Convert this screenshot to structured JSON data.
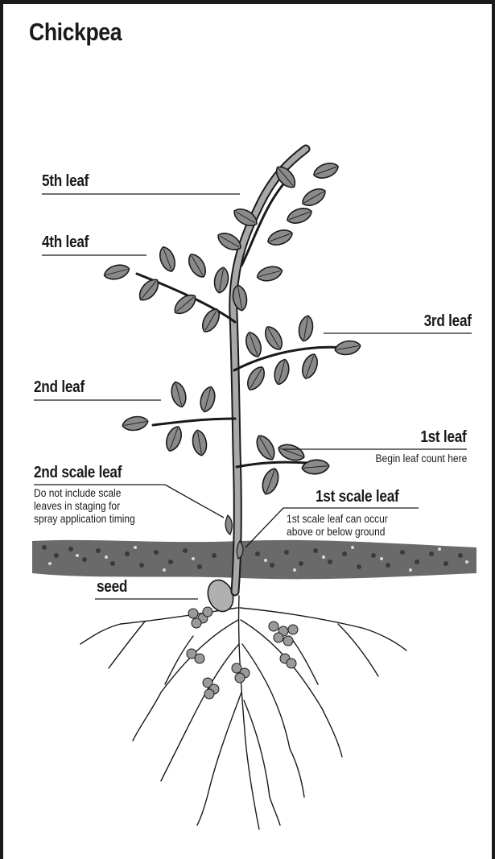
{
  "title": "Chickpea",
  "labels": {
    "leaf5": "5th leaf",
    "leaf4": "4th leaf",
    "leaf3": "3rd leaf",
    "leaf2": "2nd leaf",
    "leaf1": "1st leaf",
    "leaf1_note": "Begin leaf count here",
    "scale2": "2nd scale leaf",
    "scale2_note_1": "Do not include scale",
    "scale2_note_2": "leaves in staging for",
    "scale2_note_3": "spray application timing",
    "scale1": "1st scale leaf",
    "scale1_note_1": "1st scale leaf can occur",
    "scale1_note_2": "above or below ground",
    "seed": "seed"
  },
  "colors": {
    "leaf": "#8a8a8a",
    "stem": "#9a9a9a",
    "soil": "#5a5a5a",
    "ink": "#1a1a1a"
  }
}
